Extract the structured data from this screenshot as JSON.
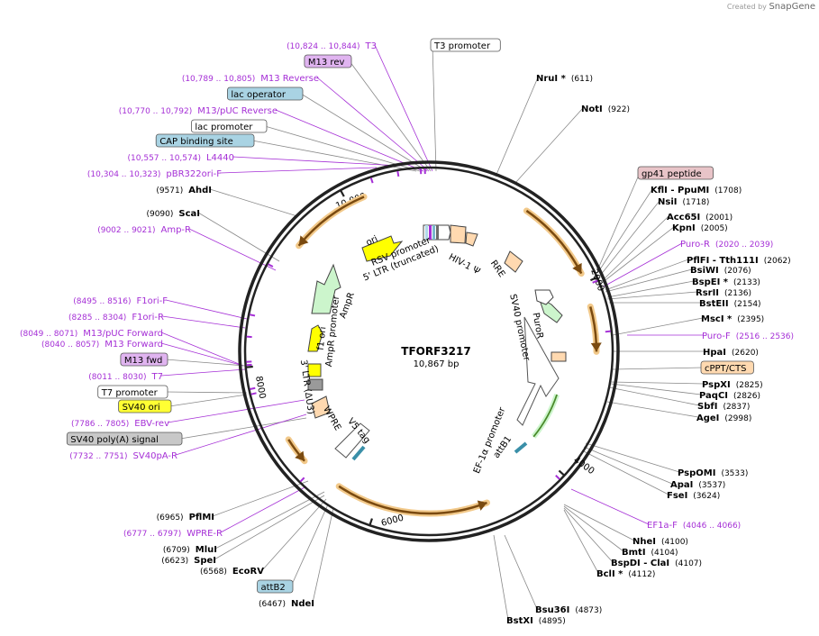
{
  "credit": {
    "created_by": "Created by",
    "brand": "SnapGene"
  },
  "plasmid": {
    "name": "TFORF3217",
    "size_label": "10,867 bp",
    "length": 10867
  },
  "colors": {
    "backbone": "#222222",
    "enzyme_line": "#808080",
    "primer": "#a52fd6",
    "orf_outline": "#e8a33c",
    "orf_fill": "#7a4a10",
    "promoter_fill": "#ffffff",
    "ltr_fill": "#ffd9b0",
    "ori_fill": "#ffff00",
    "marker_fill": "#ccf5cc",
    "feature_box_teal": "#a9d3e3",
    "feature_box_purple": "#e0b4f0",
    "feature_box_gray": "#c8c8c8",
    "feature_box_yellow": "#ffff33",
    "feature_box_peach": "#ffd9b0",
    "feature_box_pink": "#e8c4c8"
  },
  "ticks": [
    "2000",
    "4000",
    "6000",
    "8000",
    "10,000"
  ],
  "inner_features": [
    "RSV promoter",
    "5' LTR (truncated)",
    "HIV-1 Ψ",
    "RRE",
    "PuroR",
    "SV40 promoter",
    "EF-1α promoter",
    "attB1",
    "V5 tag",
    "WPRE",
    "3' LTR (ΔU3)",
    "f1 ori",
    "AmpR promoter",
    "AmpR",
    "ori"
  ],
  "right_labels": [
    {
      "kind": "box",
      "text": "T3 promoter",
      "box": "white"
    },
    {
      "kind": "enzyme",
      "name": "NruI *",
      "pos": "(611)"
    },
    {
      "kind": "enzyme",
      "name": "NotI",
      "pos": "(922)"
    },
    {
      "kind": "box",
      "text": "gp41 peptide",
      "box": "pink"
    },
    {
      "kind": "enzyme",
      "name": "KflI  - PpuMI",
      "pos": "(1708)"
    },
    {
      "kind": "enzyme",
      "name": "NsiI",
      "pos": "(1718)"
    },
    {
      "kind": "enzyme",
      "name": "Acc65I",
      "pos": "(2001)"
    },
    {
      "kind": "enzyme",
      "name": "KpnI",
      "pos": "(2005)"
    },
    {
      "kind": "primer",
      "name": "Puro-R",
      "pos": "(2020 .. 2039)"
    },
    {
      "kind": "enzyme",
      "name": "PflFI  - Tth111I",
      "pos": "(2062)"
    },
    {
      "kind": "enzyme",
      "name": "BsiWI",
      "pos": "(2076)"
    },
    {
      "kind": "enzyme",
      "name": "BspEI *",
      "pos": "(2133)"
    },
    {
      "kind": "enzyme",
      "name": "RsrII",
      "pos": "(2136)"
    },
    {
      "kind": "enzyme",
      "name": "BstEII",
      "pos": "(2154)"
    },
    {
      "kind": "enzyme",
      "name": "MscI *",
      "pos": "(2395)"
    },
    {
      "kind": "primer",
      "name": "Puro-F",
      "pos": "(2516 .. 2536)"
    },
    {
      "kind": "enzyme",
      "name": "HpaI",
      "pos": "(2620)"
    },
    {
      "kind": "box",
      "text": "cPPT/CTS",
      "box": "peach"
    },
    {
      "kind": "enzyme",
      "name": "PspXI",
      "pos": "(2825)"
    },
    {
      "kind": "enzyme",
      "name": "PaqCI",
      "pos": "(2826)"
    },
    {
      "kind": "enzyme",
      "name": "SbfI",
      "pos": "(2837)"
    },
    {
      "kind": "enzyme",
      "name": "AgeI",
      "pos": "(2998)"
    },
    {
      "kind": "enzyme",
      "name": "PspOMI",
      "pos": "(3533)"
    },
    {
      "kind": "enzyme",
      "name": "ApaI",
      "pos": "(3537)"
    },
    {
      "kind": "enzyme",
      "name": "FseI",
      "pos": "(3624)"
    },
    {
      "kind": "primer",
      "name": "EF1a-F",
      "pos": "(4046 .. 4066)"
    },
    {
      "kind": "enzyme",
      "name": "NheI",
      "pos": "(4100)"
    },
    {
      "kind": "enzyme",
      "name": "BmtI",
      "pos": "(4104)"
    },
    {
      "kind": "enzyme",
      "name": "BspDI  - ClaI",
      "pos": "(4107)"
    },
    {
      "kind": "enzyme",
      "name": "BclI *",
      "pos": "(4112)"
    },
    {
      "kind": "enzyme",
      "name": "Bsu36I",
      "pos": "(4873)"
    },
    {
      "kind": "enzyme",
      "name": "BstXI",
      "pos": "(4895)"
    }
  ],
  "left_labels": [
    {
      "kind": "primer",
      "name": "T3",
      "pos": "(10,824 .. 10,844)"
    },
    {
      "kind": "box",
      "text": "M13 rev",
      "box": "purple"
    },
    {
      "kind": "primer",
      "name": "M13 Reverse",
      "pos": "(10,789 .. 10,805)"
    },
    {
      "kind": "box",
      "text": "lac operator",
      "box": "teal"
    },
    {
      "kind": "primer",
      "name": "M13/pUC Reverse",
      "pos": "(10,770 .. 10,792)"
    },
    {
      "kind": "box",
      "text": "lac promoter",
      "box": "white"
    },
    {
      "kind": "box",
      "text": "CAP binding site",
      "box": "teal"
    },
    {
      "kind": "primer",
      "name": "L4440",
      "pos": "(10,557 .. 10,574)"
    },
    {
      "kind": "primer",
      "name": "pBR322ori-F",
      "pos": "(10,304 .. 10,323)"
    },
    {
      "kind": "enzyme",
      "name": "AhdI",
      "pos": "(9571)"
    },
    {
      "kind": "enzyme",
      "name": "ScaI",
      "pos": "(9090)"
    },
    {
      "kind": "primer",
      "name": "Amp-R",
      "pos": "(9002 .. 9021)"
    },
    {
      "kind": "primer",
      "name": "F1ori-F",
      "pos": "(8495 .. 8516)"
    },
    {
      "kind": "primer",
      "name": "F1ori-R",
      "pos": "(8285 .. 8304)"
    },
    {
      "kind": "primer",
      "name": "M13/pUC Forward",
      "pos": "(8049 .. 8071)"
    },
    {
      "kind": "primer",
      "name": "M13 Forward",
      "pos": "(8040 .. 8057)"
    },
    {
      "kind": "box",
      "text": "M13 fwd",
      "box": "purple"
    },
    {
      "kind": "primer",
      "name": "T7",
      "pos": "(8011 .. 8030)"
    },
    {
      "kind": "box",
      "text": "T7 promoter",
      "box": "white"
    },
    {
      "kind": "box",
      "text": "SV40 ori",
      "box": "yellow"
    },
    {
      "kind": "primer",
      "name": "EBV-rev",
      "pos": "(7786 .. 7805)"
    },
    {
      "kind": "box",
      "text": "SV40 poly(A) signal",
      "box": "gray"
    },
    {
      "kind": "primer",
      "name": "SV40pA-R",
      "pos": "(7732 .. 7751)"
    },
    {
      "kind": "enzyme",
      "name": "PflMI",
      "pos": "(6965)"
    },
    {
      "kind": "primer",
      "name": "WPRE-R",
      "pos": "(6777 .. 6797)"
    },
    {
      "kind": "enzyme",
      "name": "MluI",
      "pos": "(6709)"
    },
    {
      "kind": "enzyme",
      "name": "SpeI",
      "pos": "(6623)"
    },
    {
      "kind": "enzyme",
      "name": "EcoRV",
      "pos": "(6568)"
    },
    {
      "kind": "box",
      "text": "attB2",
      "box": "teal"
    },
    {
      "kind": "enzyme",
      "name": "NdeI",
      "pos": "(6467)"
    }
  ]
}
